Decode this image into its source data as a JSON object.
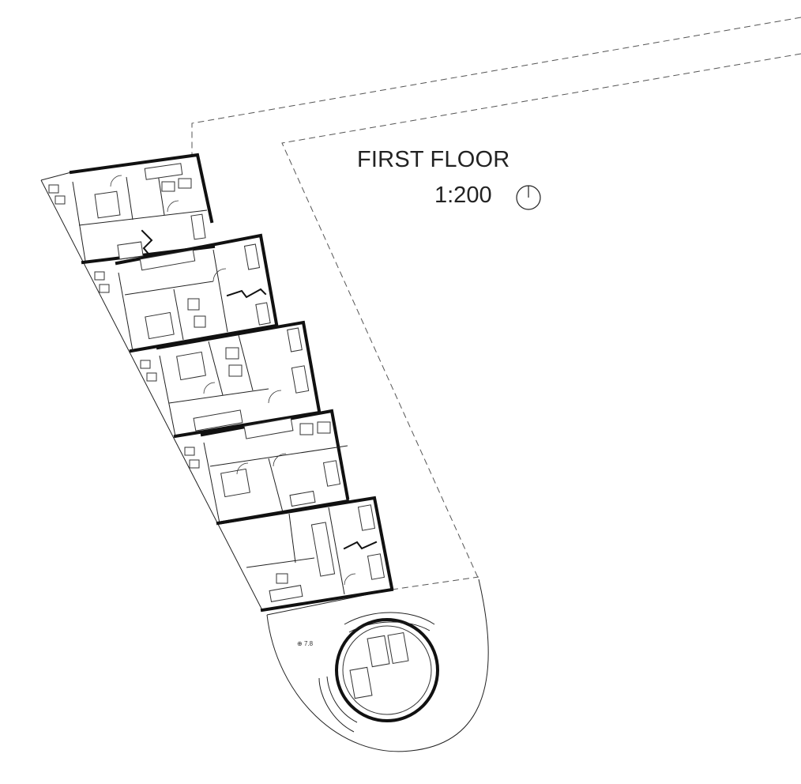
{
  "drawing": {
    "title": "FIRST FLOOR",
    "scale": "1:200",
    "level_mark": "7.8"
  },
  "icons": {
    "north": "north-arrow-icon",
    "level": "level-marker-icon"
  },
  "colors": {
    "line": "#111111",
    "background": "#ffffff",
    "dashed": "#555555"
  }
}
